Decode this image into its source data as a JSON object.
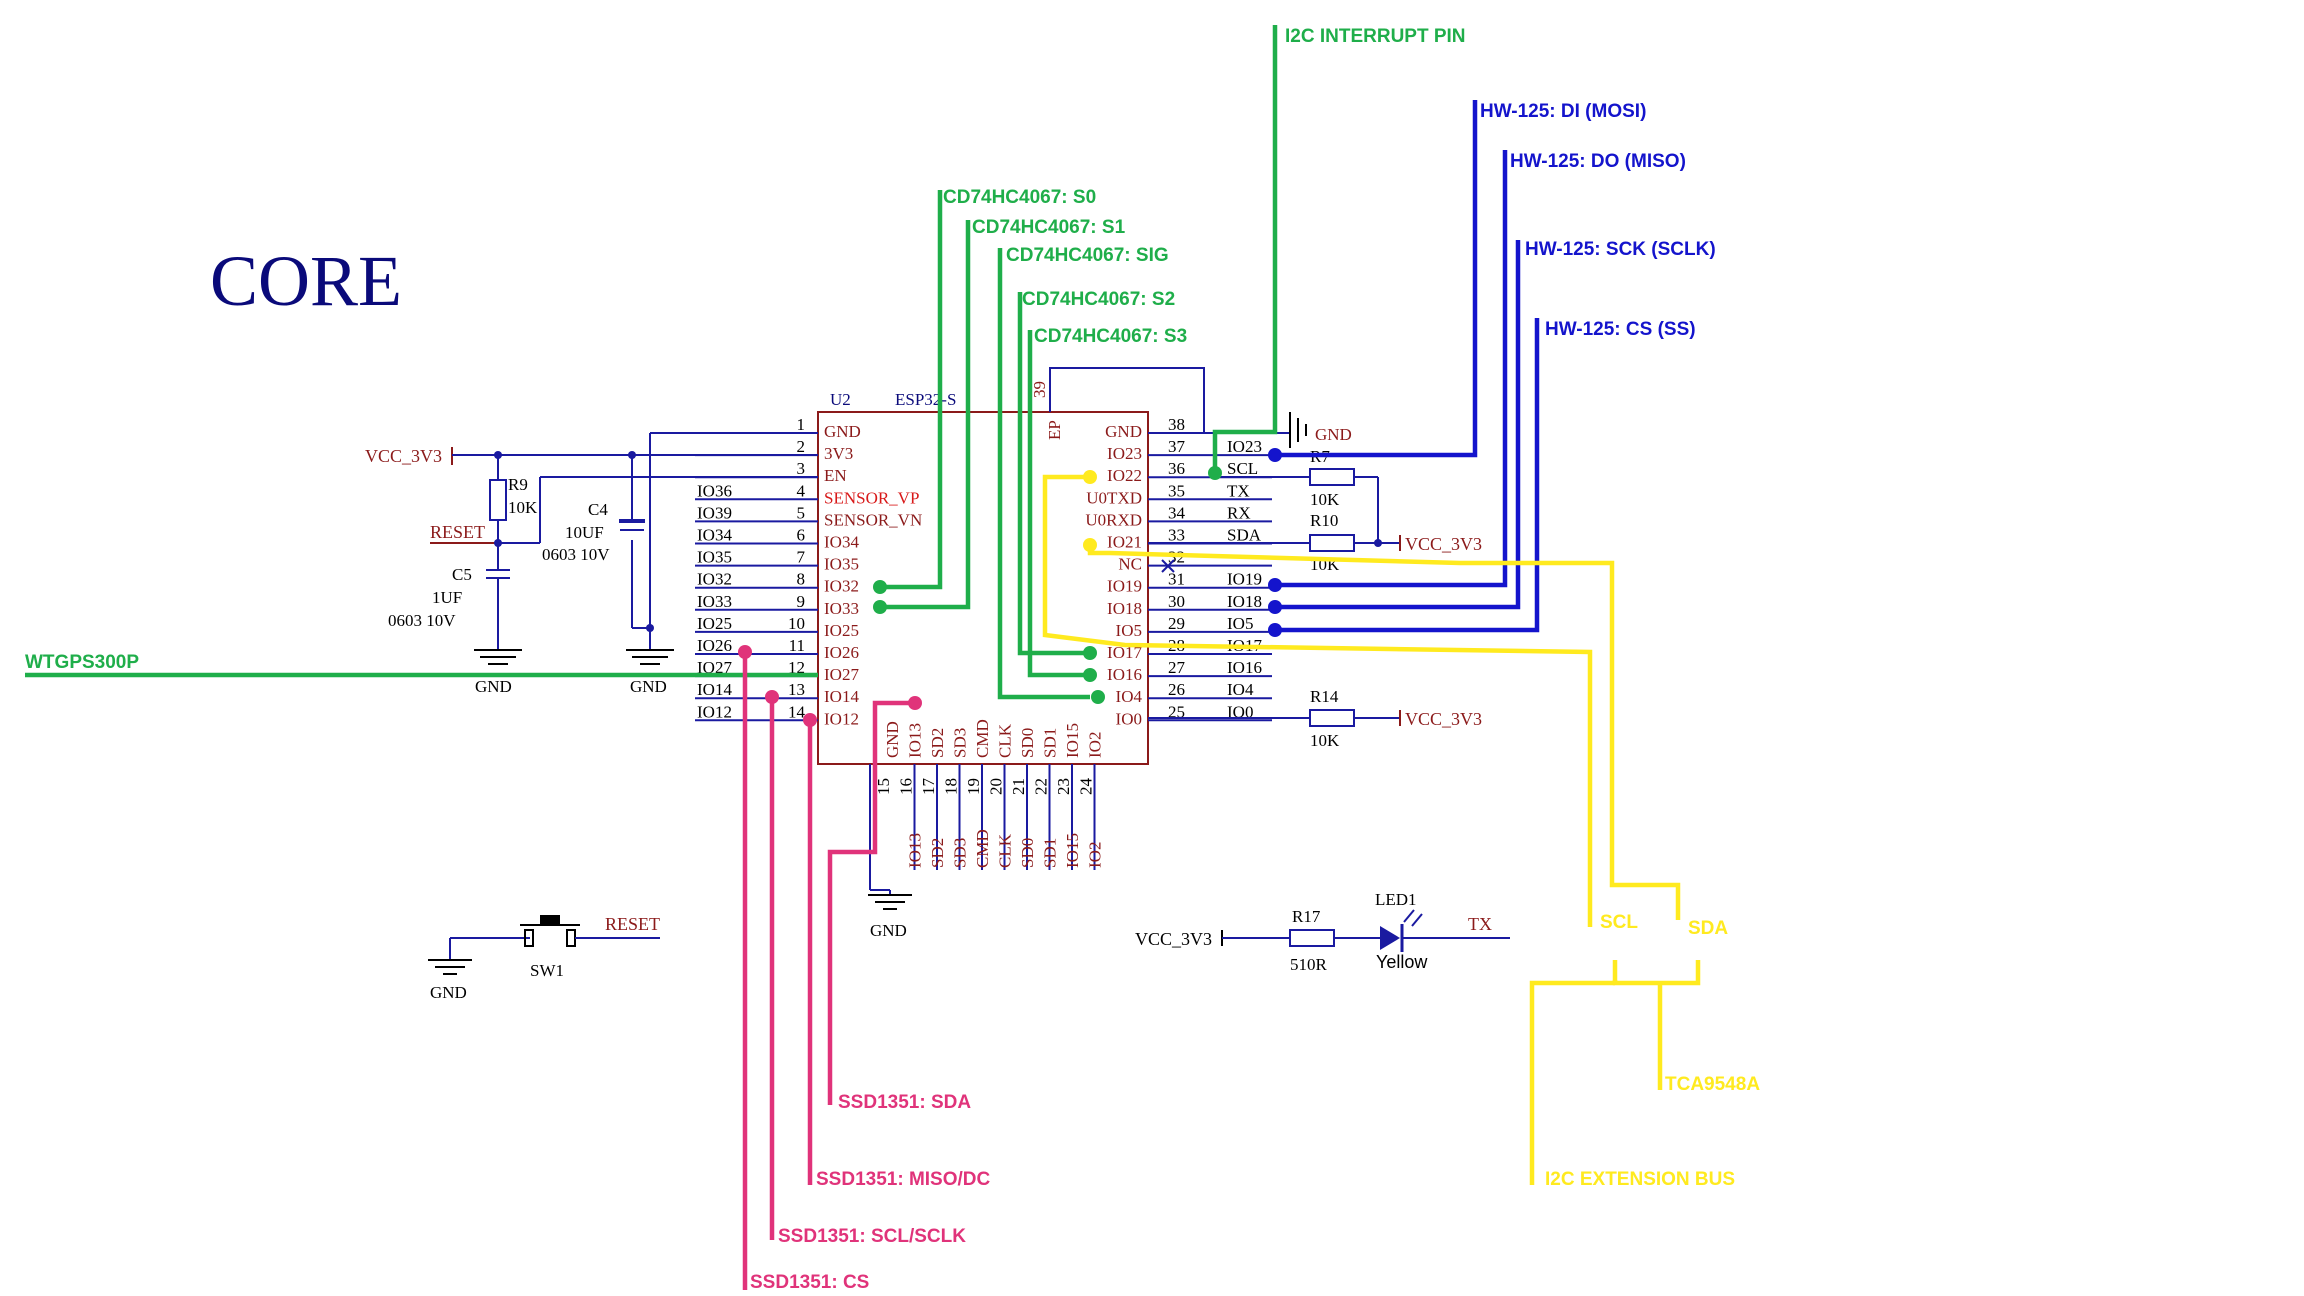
{
  "title": "CORE",
  "chip": {
    "ref": "U2",
    "part": "ESP32-S",
    "ep": "EP",
    "ep_pin": "39",
    "left": [
      {
        "n": "1",
        "net": "",
        "pin": "GND"
      },
      {
        "n": "2",
        "net": "",
        "pin": "3V3"
      },
      {
        "n": "3",
        "net": "",
        "pin": "EN"
      },
      {
        "n": "4",
        "net": "IO36",
        "pin": "SENSOR_VP"
      },
      {
        "n": "5",
        "net": "IO39",
        "pin": "SENSOR_VN"
      },
      {
        "n": "6",
        "net": "IO34",
        "pin": "IO34"
      },
      {
        "n": "7",
        "net": "IO35",
        "pin": "IO35"
      },
      {
        "n": "8",
        "net": "IO32",
        "pin": "IO32"
      },
      {
        "n": "9",
        "net": "IO33",
        "pin": "IO33"
      },
      {
        "n": "10",
        "net": "IO25",
        "pin": "IO25"
      },
      {
        "n": "11",
        "net": "IO26",
        "pin": "IO26"
      },
      {
        "n": "12",
        "net": "IO27",
        "pin": "IO27"
      },
      {
        "n": "13",
        "net": "IO14",
        "pin": "IO14"
      },
      {
        "n": "14",
        "net": "IO12",
        "pin": "IO12"
      }
    ],
    "right": [
      {
        "n": "38",
        "net": "",
        "pin": "GND"
      },
      {
        "n": "37",
        "net": "IO23",
        "pin": "IO23"
      },
      {
        "n": "36",
        "net": "SCL",
        "pin": "IO22"
      },
      {
        "n": "35",
        "net": "TX",
        "pin": "U0TXD"
      },
      {
        "n": "34",
        "net": "RX",
        "pin": "U0RXD"
      },
      {
        "n": "33",
        "net": "SDA",
        "pin": "IO21"
      },
      {
        "n": "32",
        "net": "",
        "pin": "NC"
      },
      {
        "n": "31",
        "net": "IO19",
        "pin": "IO19"
      },
      {
        "n": "30",
        "net": "IO18",
        "pin": "IO18"
      },
      {
        "n": "29",
        "net": "IO5",
        "pin": "IO5"
      },
      {
        "n": "28",
        "net": "IO17",
        "pin": "IO17"
      },
      {
        "n": "27",
        "net": "IO16",
        "pin": "IO16"
      },
      {
        "n": "26",
        "net": "IO4",
        "pin": "IO4"
      },
      {
        "n": "25",
        "net": "IO0",
        "pin": "IO0"
      }
    ],
    "bottom": [
      {
        "n": "15",
        "pin": "GND",
        "net": ""
      },
      {
        "n": "16",
        "pin": "IO13",
        "net": "IO13"
      },
      {
        "n": "17",
        "pin": "SD2",
        "net": "SD2"
      },
      {
        "n": "18",
        "pin": "SD3",
        "net": "SD3"
      },
      {
        "n": "19",
        "pin": "CMD",
        "net": "CMD"
      },
      {
        "n": "20",
        "pin": "CLK",
        "net": "CLK"
      },
      {
        "n": "21",
        "pin": "SD0",
        "net": "SD0"
      },
      {
        "n": "22",
        "pin": "SD1",
        "net": "SD1"
      },
      {
        "n": "23",
        "pin": "IO15",
        "net": "IO15"
      },
      {
        "n": "24",
        "pin": "IO2",
        "net": "IO2"
      }
    ]
  },
  "components": {
    "vcc_left": "VCC_3V3",
    "r9_ref": "R9",
    "r9_val": "10K",
    "reset_net": "RESET",
    "c5_ref": "C5",
    "c5_val": "1UF",
    "c5_pkg": "0603 10V",
    "c4_ref": "C4",
    "c4_val": "10UF",
    "c4_pkg": "0603 10V",
    "gnd1": "GND",
    "gnd2": "GND",
    "gnd_top": "GND",
    "gnd_bottom": "GND",
    "r7_ref": "R7",
    "r7_val": "10K",
    "r10_ref": "R10",
    "r10_val": "10K",
    "vcc_r10": "VCC_3V3",
    "r14_ref": "R14",
    "r14_val": "10K",
    "vcc_r14": "VCC_3V3",
    "sw_ref": "SW1",
    "sw_net": "RESET",
    "sw_gnd": "GND",
    "r17_vcc": "VCC_3V3",
    "r17_ref": "R17",
    "r17_val": "510R",
    "led_ref": "LED1",
    "led_color": "Yellow",
    "led_net": "TX"
  },
  "annotations": {
    "wtgps": "WTGPS300P",
    "s0": "CD74HC4067: S0",
    "s1": "CD74HC4067: S1",
    "sig": "CD74HC4067: SIG",
    "s2": "CD74HC4067: S2",
    "s3": "CD74HC4067: S3",
    "i2c_int": "I2C INTERRUPT PIN",
    "hw_mosi": "HW-125: DI (MOSI)",
    "hw_miso": "HW-125: DO (MISO)",
    "hw_sck": "HW-125: SCK (SCLK)",
    "hw_cs": "HW-125: CS (SS)",
    "scl": "SCL",
    "sda": "SDA",
    "tca": "TCA9548A",
    "i2c_bus": "I2C EXTENSION BUS",
    "ssd_sda": "SSD1351: SDA",
    "ssd_dc": "SSD1351: MISO/DC",
    "ssd_scl": "SSD1351: SCL/SCLK",
    "ssd_cs": "SSD1351: CS"
  },
  "colors": {
    "schematic_line": "#1a1aa0",
    "pin_text": "#8b1a1a",
    "green": "#1fae4a",
    "blue": "#1414cc",
    "pink": "#e0337a",
    "yellow": "#ffea1f",
    "title": "#0a0a7a"
  }
}
